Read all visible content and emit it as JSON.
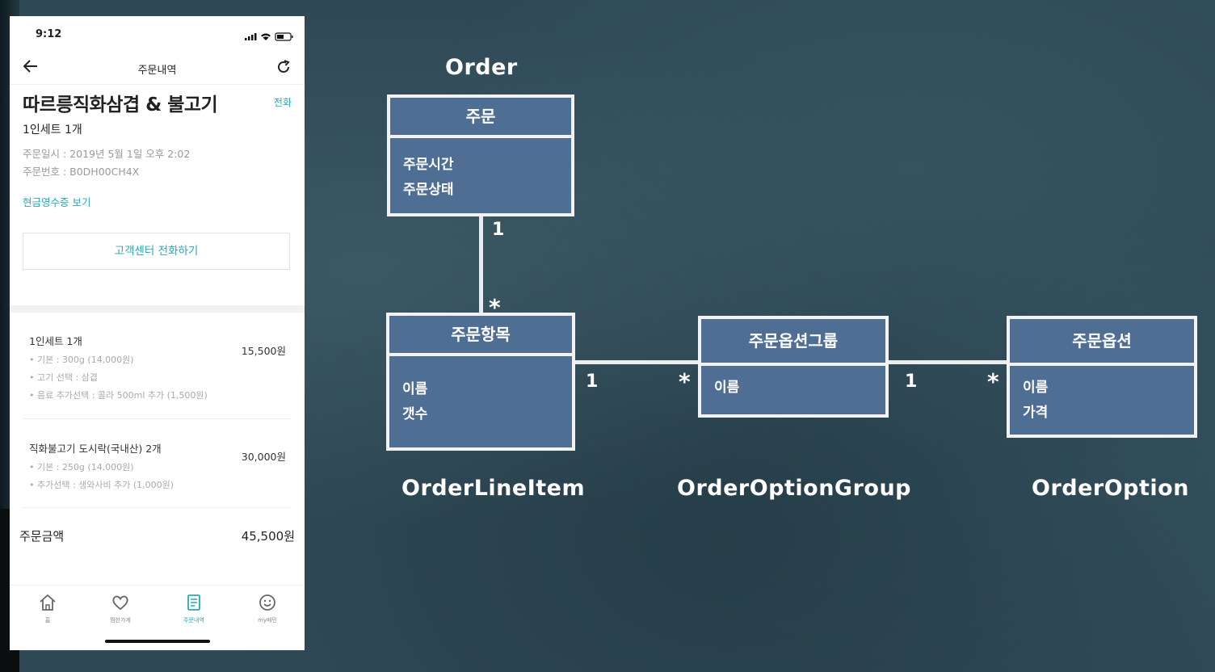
{
  "phone": {
    "status_time": "9:12",
    "nav_title": "주문내역",
    "store_name": "따르릉직화삼겹 & 불고기",
    "call_label": "전화",
    "quantity": "1인세트 1개",
    "order_date": "주문일시 : 2019년 5월 1일 오후 2:02",
    "order_number": "주문번호 : B0DH00CH4X",
    "receipt_link": "현금영수증 보기",
    "cs_button": "고객센터 전화하기",
    "items": [
      {
        "name": "1인세트   1개",
        "price": "15,500원",
        "options": [
          "• 기본 : 300g (14,000원)",
          "• 고기 선택 : 삼겹",
          "• 음료 추가선택 : 콜라 500ml 추가 (1,500원)"
        ]
      },
      {
        "name": "직화불고기 도시락(국내산)  2개",
        "price": "30,000원",
        "options": [
          "• 기본 : 250g (14,000원)",
          "• 추가선택 : 생와사비 추가 (1,000원)"
        ]
      }
    ],
    "total_label": "주문금액",
    "total_value": "45,500원",
    "tabs": [
      {
        "label": "홈",
        "icon": "home-icon"
      },
      {
        "label": "찜한가게",
        "icon": "heart-icon"
      },
      {
        "label": "주문내역",
        "icon": "receipt-icon",
        "active": true
      },
      {
        "label": "my배민",
        "icon": "smile-icon"
      }
    ],
    "accent_color": "#2aa7b5"
  },
  "diagram": {
    "box_color": "#4f6e94",
    "classes": [
      {
        "id": "order",
        "title": "주문",
        "attributes": [
          "주문시간",
          "주문상태"
        ],
        "english_name": "Order"
      },
      {
        "id": "order-line-item",
        "title": "주문항목",
        "attributes": [
          "이름",
          "갯수"
        ],
        "english_name": "OrderLineItem"
      },
      {
        "id": "order-option-group",
        "title": "주문옵션그룹",
        "attributes": [
          "이름"
        ],
        "english_name": "OrderOptionGroup"
      },
      {
        "id": "order-option",
        "title": "주문옵션",
        "attributes": [
          "이름",
          "가격"
        ],
        "english_name": "OrderOption"
      }
    ],
    "associations": [
      {
        "from": "order",
        "to": "order-line-item",
        "from_multiplicity": "1",
        "to_multiplicity": "*"
      },
      {
        "from": "order-line-item",
        "to": "order-option-group",
        "from_multiplicity": "1",
        "to_multiplicity": "*"
      },
      {
        "from": "order-option-group",
        "to": "order-option",
        "from_multiplicity": "1",
        "to_multiplicity": "*"
      }
    ]
  }
}
